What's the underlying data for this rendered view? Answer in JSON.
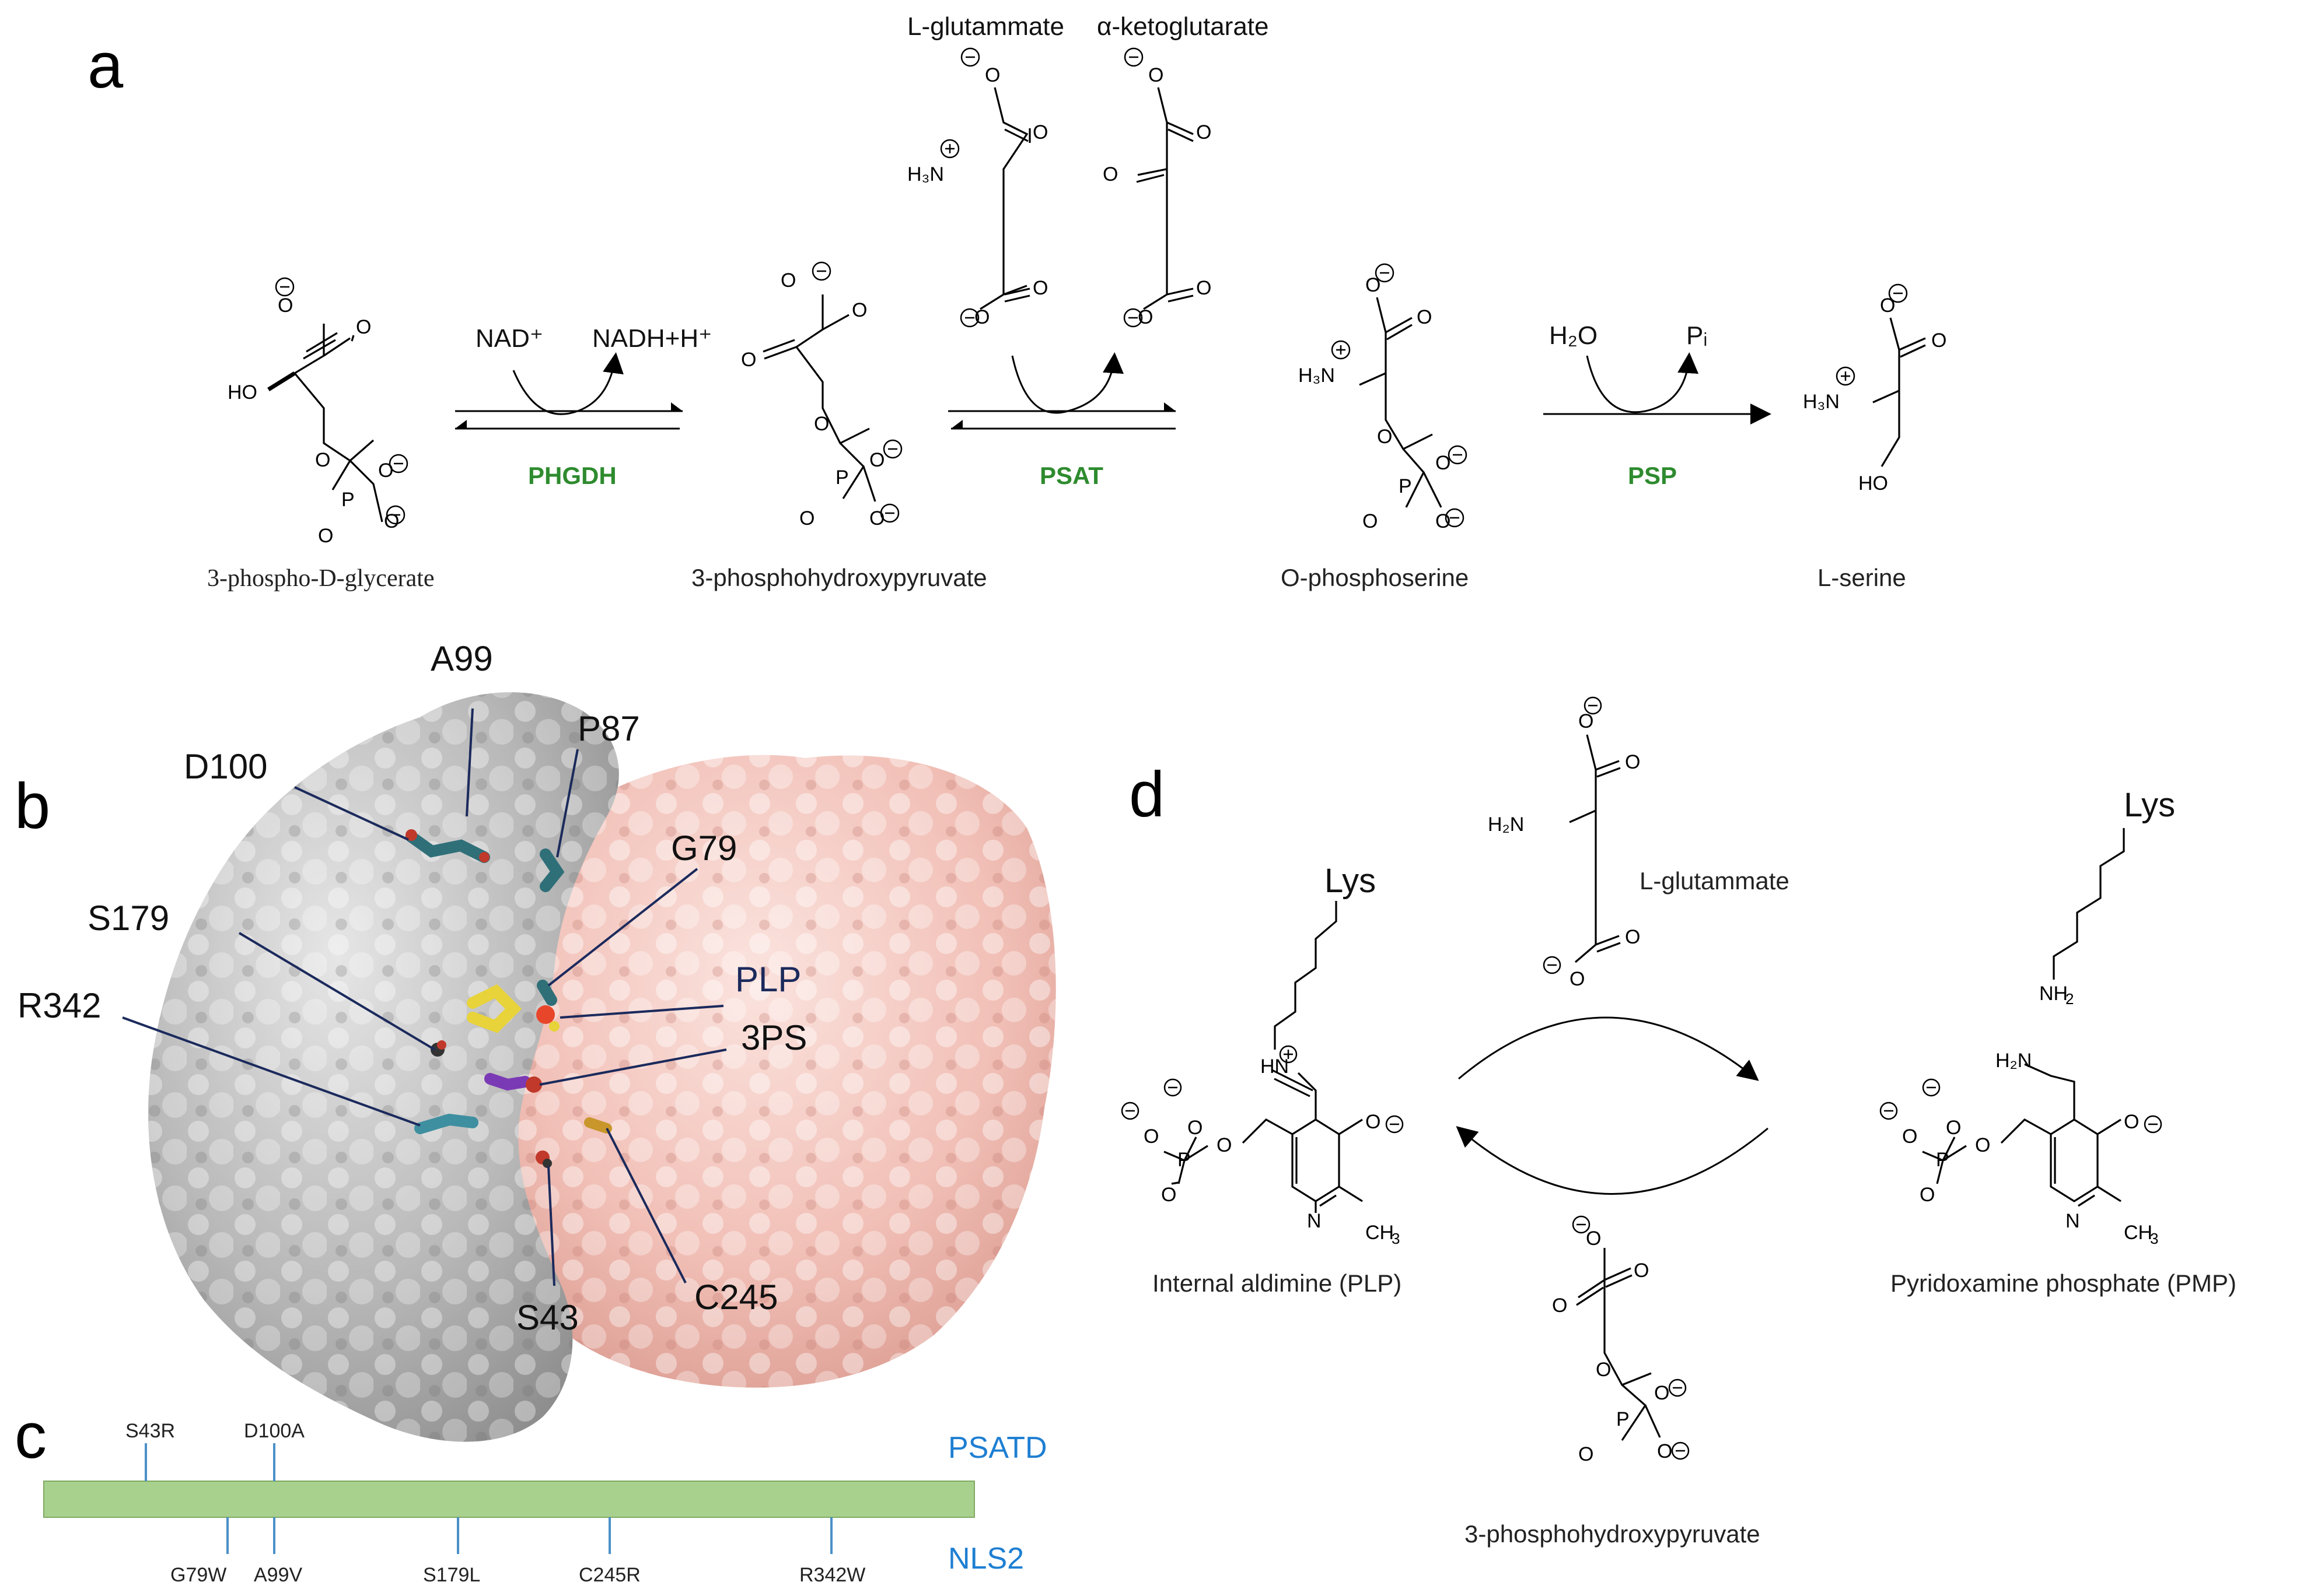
{
  "panels": {
    "a": "a",
    "b": "b",
    "c": "c",
    "d": "d"
  },
  "pathway": {
    "compounds": [
      "3-phospho-D-glycerate",
      "3-phosphohydroxypyruvate",
      "O-phosphoserine",
      "L-serine"
    ],
    "enzymes": [
      "PHGDH",
      "PSAT",
      "PSP"
    ],
    "cofactors": {
      "nad_in": "NAD⁺",
      "nad_out": "NADH+H⁺",
      "glu": "L-glutammate",
      "akg": "α-ketoglutarate",
      "h2o": "H₂O",
      "pi": "Pᵢ"
    },
    "enzyme_color": "#2e8b2e"
  },
  "structure": {
    "residues": [
      "A99",
      "P87",
      "D100",
      "G79",
      "S179",
      "PLP",
      "R342",
      "3PS",
      "C245",
      "S43"
    ],
    "chain_colors": {
      "chain_a": "#b9b9b9",
      "chain_b": "#f2c3bb"
    },
    "leader_color": "#1b2a5c",
    "plp_label_color": "#1b2a5c"
  },
  "track": {
    "top_label": "PSATD",
    "bottom_label": "NLS2",
    "top_mutations": [
      "S43R",
      "D100A"
    ],
    "bottom_mutations": [
      "G79W",
      "A99V",
      "S179L",
      "C245R",
      "R342W"
    ],
    "bar_color": "#a9d18e",
    "label_color": "#1e7fd2"
  },
  "mechanism": {
    "lys1": "Lys",
    "lys2": "Lys",
    "glutammate": "L-glutammate",
    "left_caption": "Internal aldimine (PLP)",
    "right_caption": "Pyridoxamine phosphate (PMP)",
    "bottom_caption": "3-phosphohydroxypyruvate"
  }
}
